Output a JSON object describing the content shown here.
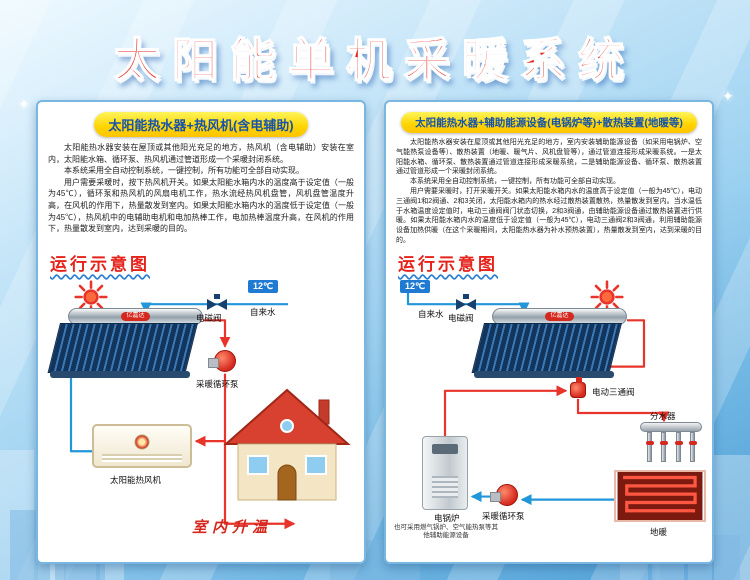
{
  "poster": {
    "title": "太阳能单机采暖系统"
  },
  "left": {
    "header": "太阳能热水器+热风机(含电辅助)",
    "body": [
      "太阳能热水器安装在屋顶或其他阳光充足的地方，热风机（含电辅助）安装在室内，太阳能水箱、循环泵、热风机通过管道形成一个采暖封闭系统。",
      "本系统采用全自动控制系统，一键控制，所有功能可全部自动实现。",
      "用户需要采暖时，按下热风机开关。如果太阳能水箱内水的温度高于设定值（一般为45℃），循环泵和热风机的风扇电机工作，热水流经热风机盘管，风机盘管温度升高，在风机的作用下，热量散发到室内。如果太阳能水箱内水的温度低于设定值（一般为45℃），热风机中的电辅助电机和电加热棒工作，电加热棒温度升高，在风机的作用下，热量散发到室内，达到采暖的目的。"
    ],
    "diagram_title": "运行示意图",
    "brand": "亿嘉达",
    "labels": {
      "temp": "12℃",
      "solenoid_valve": "电磁阀",
      "tap_water": "自来水",
      "pump": "采暖循环泵",
      "heater": "太阳能热风机",
      "indoor": "室内升温"
    }
  },
  "right": {
    "header": "太阳能热水器+辅助能源设备(电锅炉等)+散热装置(地暖等)",
    "body": [
      "太阳能热水器安装在屋顶或其他阳光充足的地方，室内安装辅助能源设备（如采用电锅炉、空气能热泵设备等）、散热装置（地暖、暖气片、风机盘管等），通过管道连接形成采暖系统。一是太阳能水箱、循环泵、散热装置通过管道连接形成采暖系统，二是辅助能源设备、循环泵、散热装置通过管道形成一个采暖封闭系统。",
      "本系统采用全自动控制系统，一键控制，所有功能可全部自动实现。",
      "用户需要采暖时，打开采暖开关。如果太阳能水箱内水的温度高于设定值（一般为45℃），电动三通阀1和2阀通、2和3关闭，太阳能水箱内的热水经过散热装置散热，热量散发到室内。当水温低于水箱温度设定值时，电动三通阀阀门状态切换，2和3阀通，由辅助能源设备通过散热装置进行供暖。如果太阳能水箱内水的温度低于设定值（一般为45℃），电动三通阀2和3阀通，利用辅助能源设备加热供暖（在这个采暖期间，太阳能热水器为补水预热装置），热量散发到室内，达到采暖的目的。"
    ],
    "diagram_title": "运行示意图",
    "brand": "亿嘉达",
    "labels": {
      "temp": "12℃",
      "tap_water": "自来水",
      "solenoid_valve": "电磁阀",
      "three_way_valve": "电动三通阀",
      "manifold": "分水器",
      "boiler": "电锅炉",
      "boiler_note": "也可采用燃气锅炉、空气能热泵等其他辅助能源设备",
      "pump": "采暖循环泵",
      "floor_heating": "地暖"
    }
  },
  "colors": {
    "accent_red": "#e5231b",
    "pipe_hot": "#e8342a",
    "pipe_cold": "#2196d9",
    "header_yellow": "#ffd400",
    "header_text": "#1553ac"
  }
}
